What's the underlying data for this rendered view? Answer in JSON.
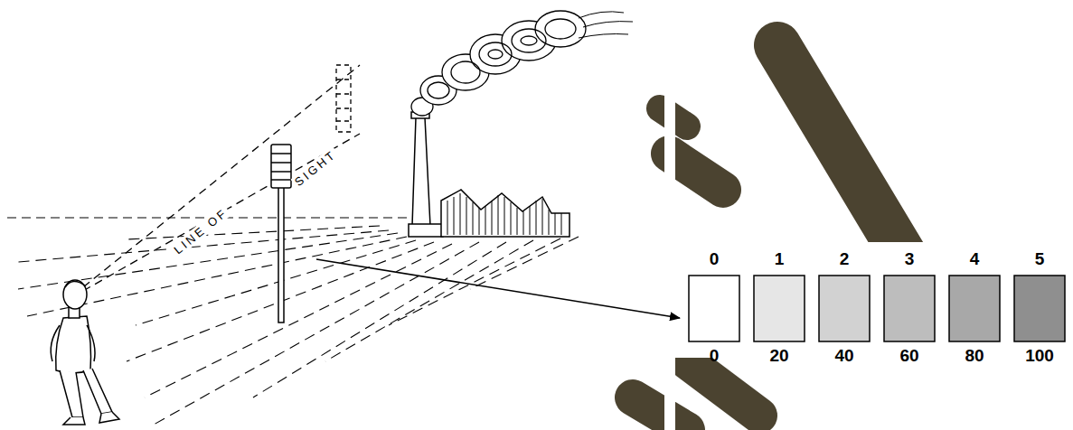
{
  "diagram": {
    "labels": [
      "LINE OF",
      "SIGHT",
      "0",
      "1",
      "2",
      "3",
      "4",
      "5",
      "0",
      "20",
      "40",
      "60",
      "80",
      "100"
    ]
  }
}
